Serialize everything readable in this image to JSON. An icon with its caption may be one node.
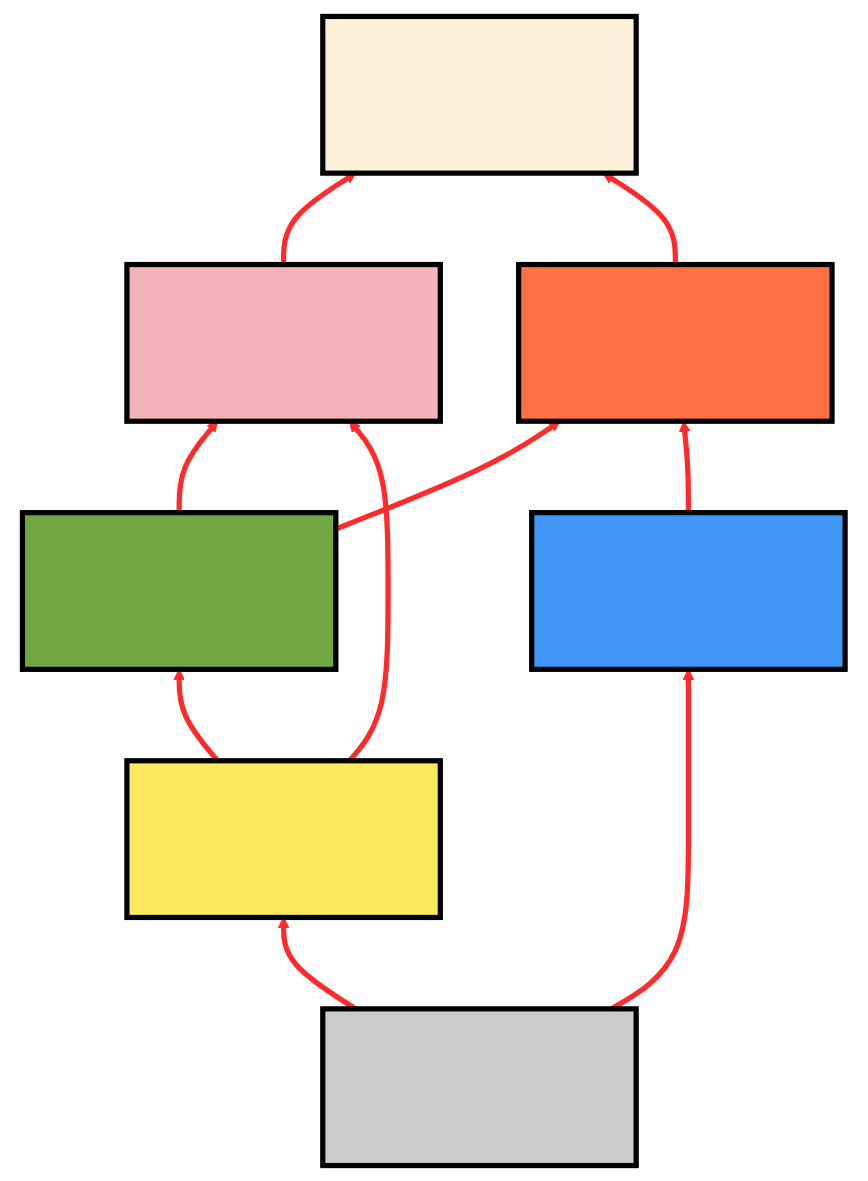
{
  "diagram": {
    "nodes": [
      {
        "text": [],
        "shape": "box"
      },
      {
        "text": [],
        "shape": "box"
      },
      {
        "text": [],
        "shape": "box"
      },
      {
        "text": [],
        "shape": "box"
      },
      {
        "text": [],
        "shape": "box"
      },
      {
        "text": [],
        "shape": "box"
      },
      {
        "text": [],
        "shape": "box"
      }
    ],
    "edges": [
      {
        "from": 2,
        "to": 0,
        "arrow": "to"
      },
      {
        "from": 1,
        "to": 0,
        "arrow": "to"
      },
      {
        "from": 3,
        "to": 1,
        "arrow": "to"
      },
      {
        "from": 4,
        "to": 1,
        "arrow": "to"
      },
      {
        "from": 3,
        "to": 2,
        "arrow": "to"
      },
      {
        "from": 5,
        "to": 2,
        "arrow": "to"
      },
      {
        "from": 5,
        "to": 3,
        "arrow": "to"
      },
      {
        "from": 6,
        "to": 5,
        "arrow": "to"
      },
      {
        "from": 6,
        "to": 4,
        "arrow": "to"
      }
    ]
  }
}
